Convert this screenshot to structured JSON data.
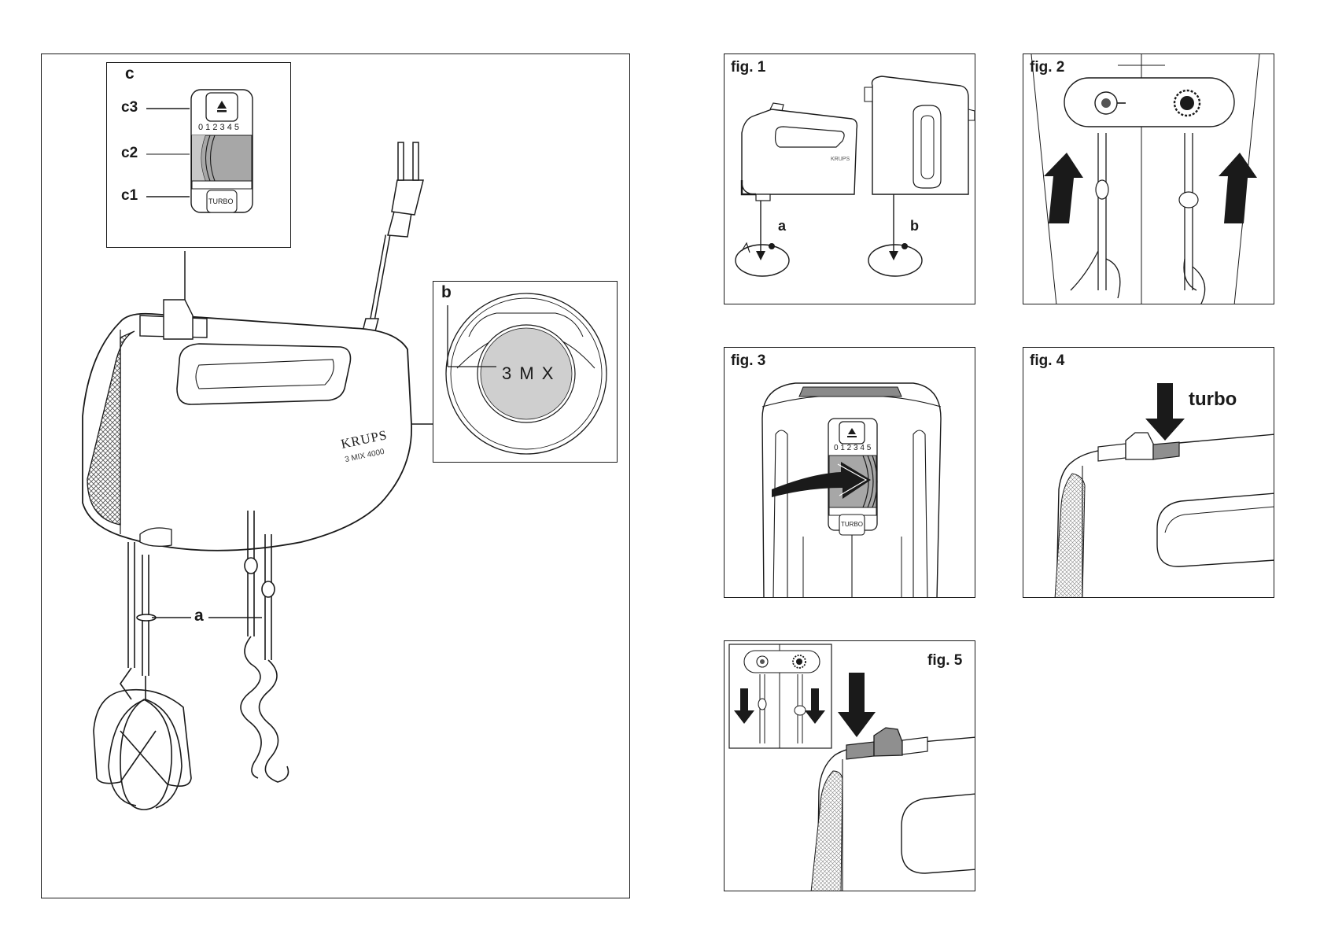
{
  "main": {
    "inset_c": {
      "label": "c",
      "callouts": [
        "c3",
        "c2",
        "c1"
      ],
      "scale": "0 1 2 3 4 5",
      "turbo": "TURBO"
    },
    "inset_b": {
      "label": "b",
      "model_mark": "3 M X"
    },
    "product": {
      "brand": "KRUPS",
      "model": "3 MIX 4000"
    },
    "accessory_label": "a"
  },
  "figures": [
    {
      "label": "fig. 1",
      "callouts": [
        "a",
        "b"
      ],
      "brand": "KRUPS"
    },
    {
      "label": "fig. 2"
    },
    {
      "label": "fig. 3",
      "scale": "0 1 2 3 4 5",
      "turbo": "TURBO"
    },
    {
      "label": "fig. 4",
      "turbo": "turbo"
    },
    {
      "label": "fig. 5"
    }
  ],
  "colors": {
    "line": "#1a1a1a",
    "gray": "#b8b8b8",
    "dark_gray": "#7a7a7a"
  }
}
